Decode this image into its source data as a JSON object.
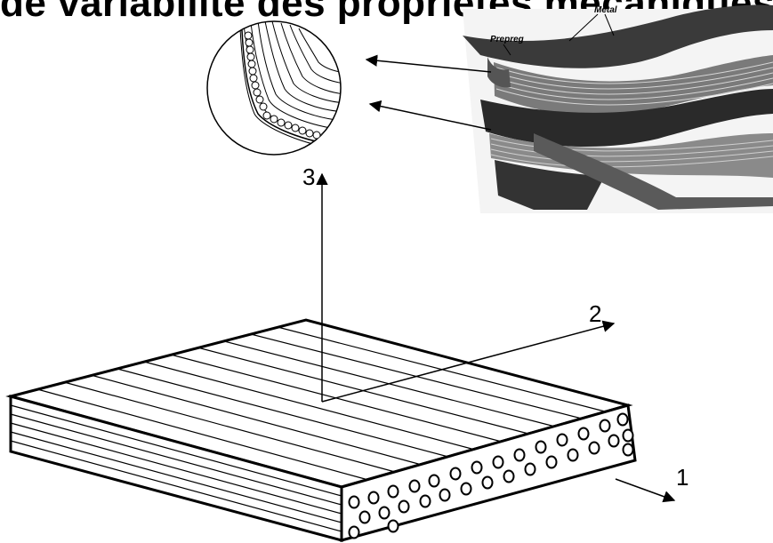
{
  "title": "de variabilité des propriétés mécaniques",
  "photo": {
    "label_prepreg": "Prepreg",
    "label_metal": "Metal"
  },
  "axes": {
    "axis_1": "1",
    "axis_2": "2",
    "axis_3": "3"
  },
  "colors": {
    "ink": "#000000",
    "photo_dark": "#2b2b2b",
    "photo_mid": "#6a6a6a",
    "photo_light": "#bdbdbd"
  }
}
